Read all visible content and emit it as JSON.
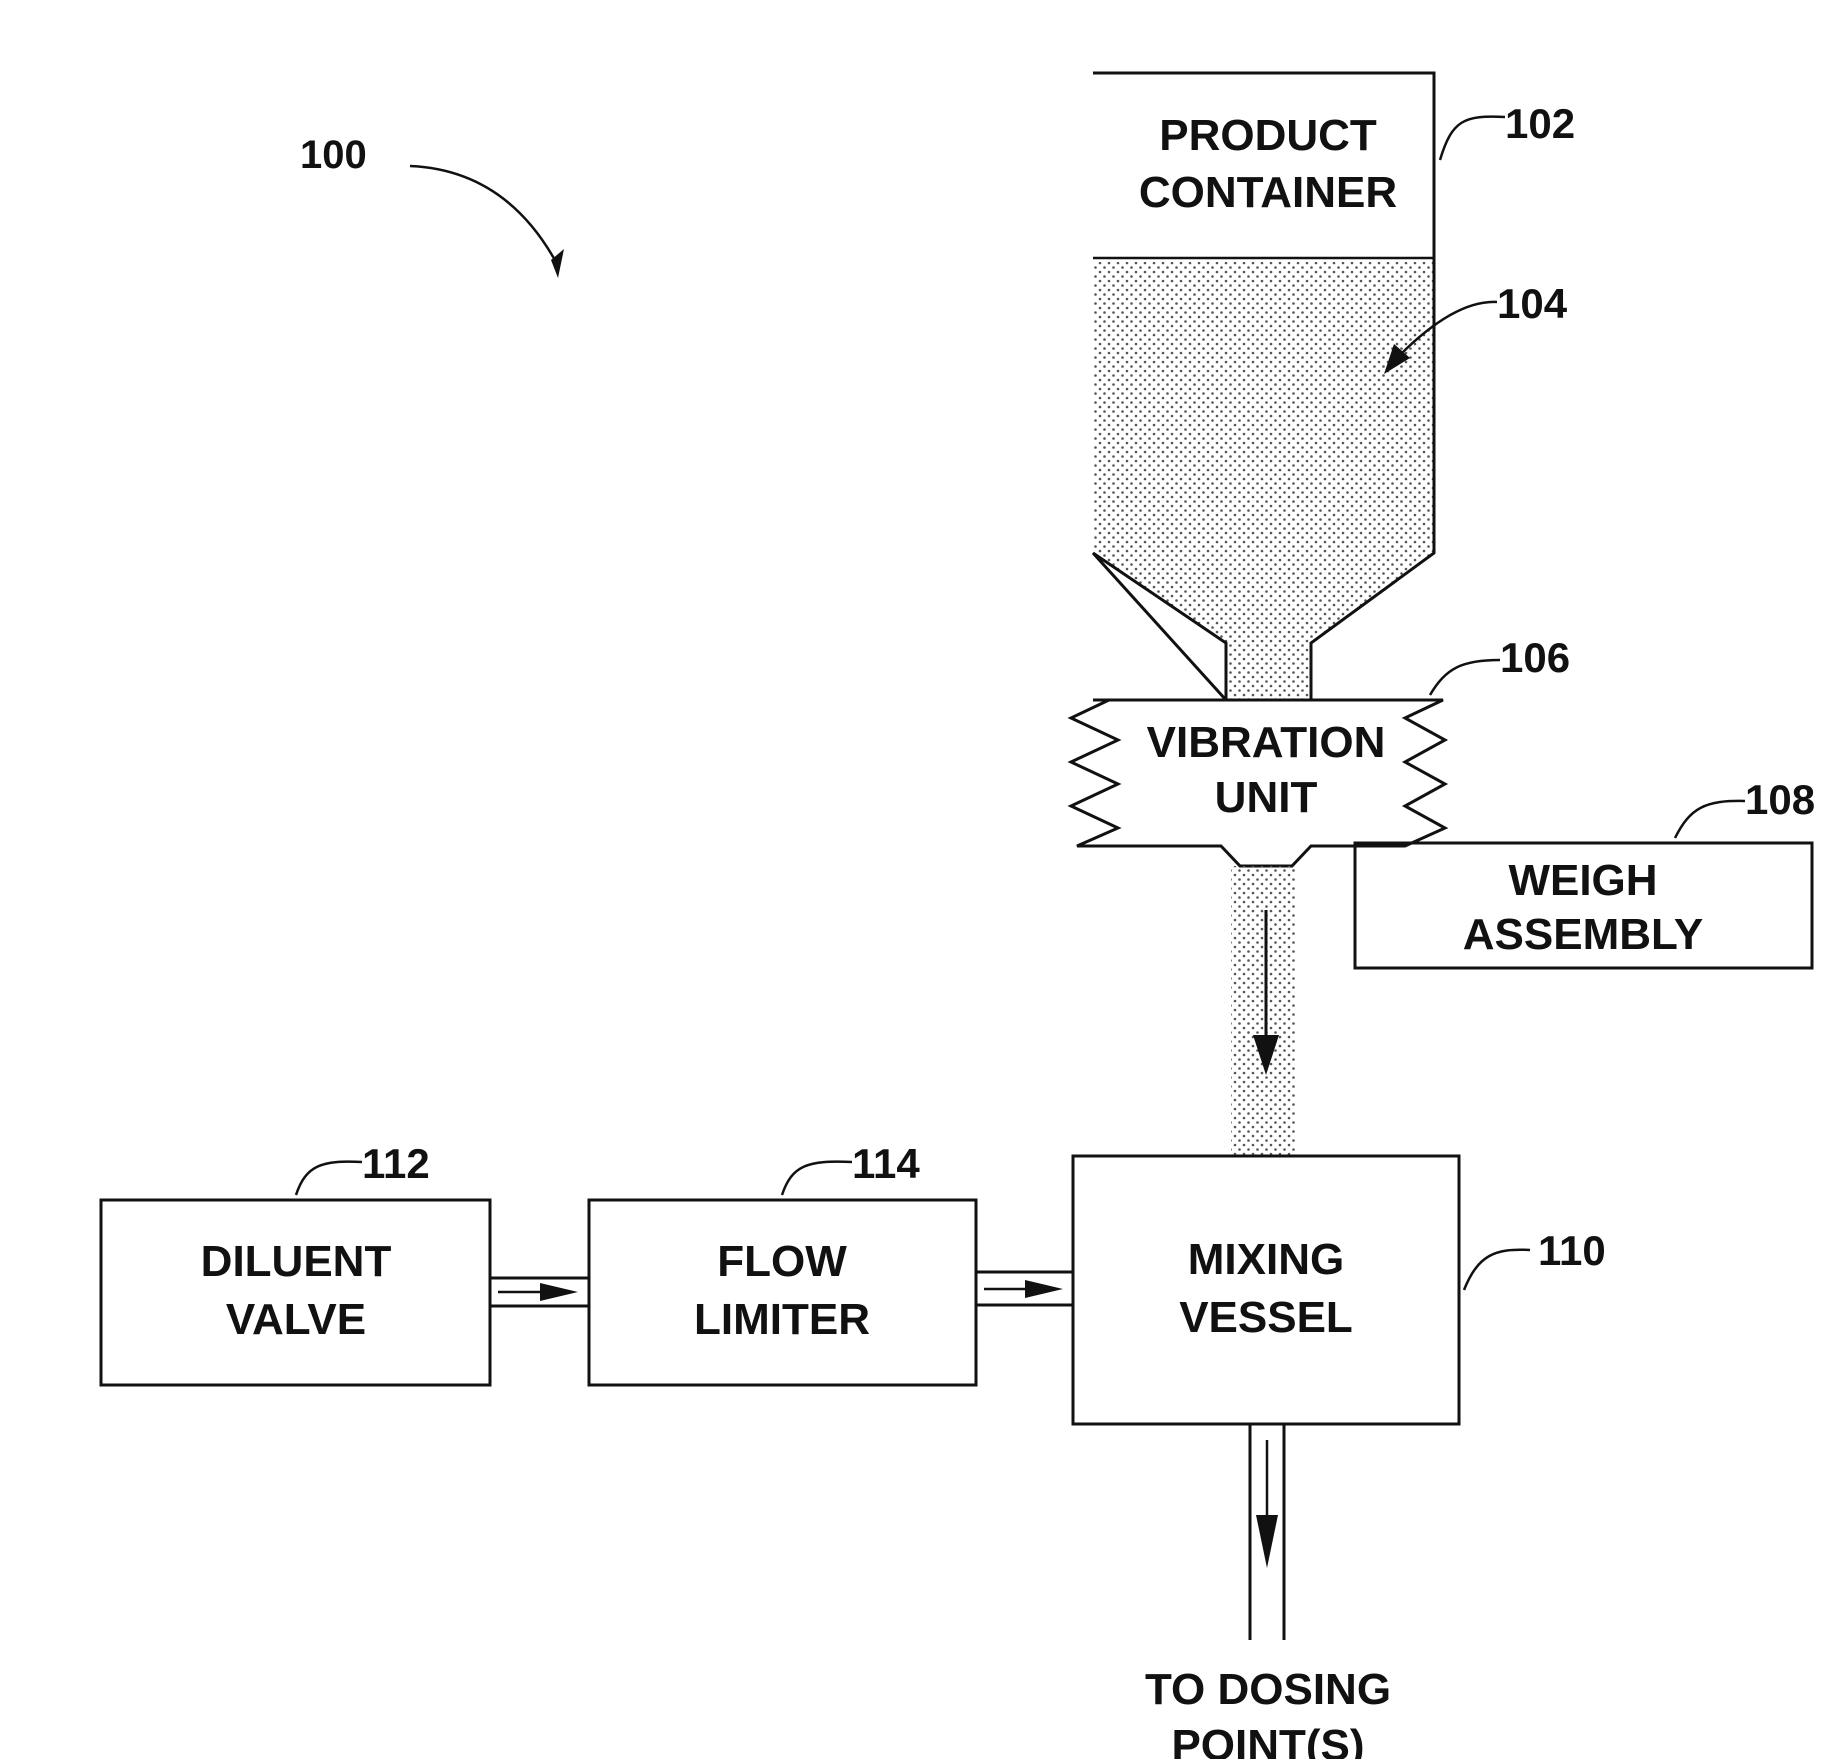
{
  "figure_ref": "100",
  "product_container": {
    "ref": "102",
    "line1": "PRODUCT",
    "line2": "CONTAINER"
  },
  "product_ref": "104",
  "vibration_unit": {
    "ref": "106",
    "line1": "VIBRATION",
    "line2": "UNIT"
  },
  "weigh_assembly": {
    "ref": "108",
    "line1": "WEIGH",
    "line2": "ASSEMBLY"
  },
  "mixing_vessel": {
    "ref": "110",
    "line1": "MIXING",
    "line2": "VESSEL"
  },
  "diluent_valve": {
    "ref": "112",
    "line1": "DILUENT",
    "line2": "VALVE"
  },
  "flow_limiter": {
    "ref": "114",
    "line1": "FLOW",
    "line2": "LIMITER"
  },
  "output": {
    "line1": "TO DOSING",
    "line2": "POINT(S)"
  },
  "colors": {
    "ink": "#111111",
    "background": "#ffffff",
    "stipple": "#555555"
  }
}
